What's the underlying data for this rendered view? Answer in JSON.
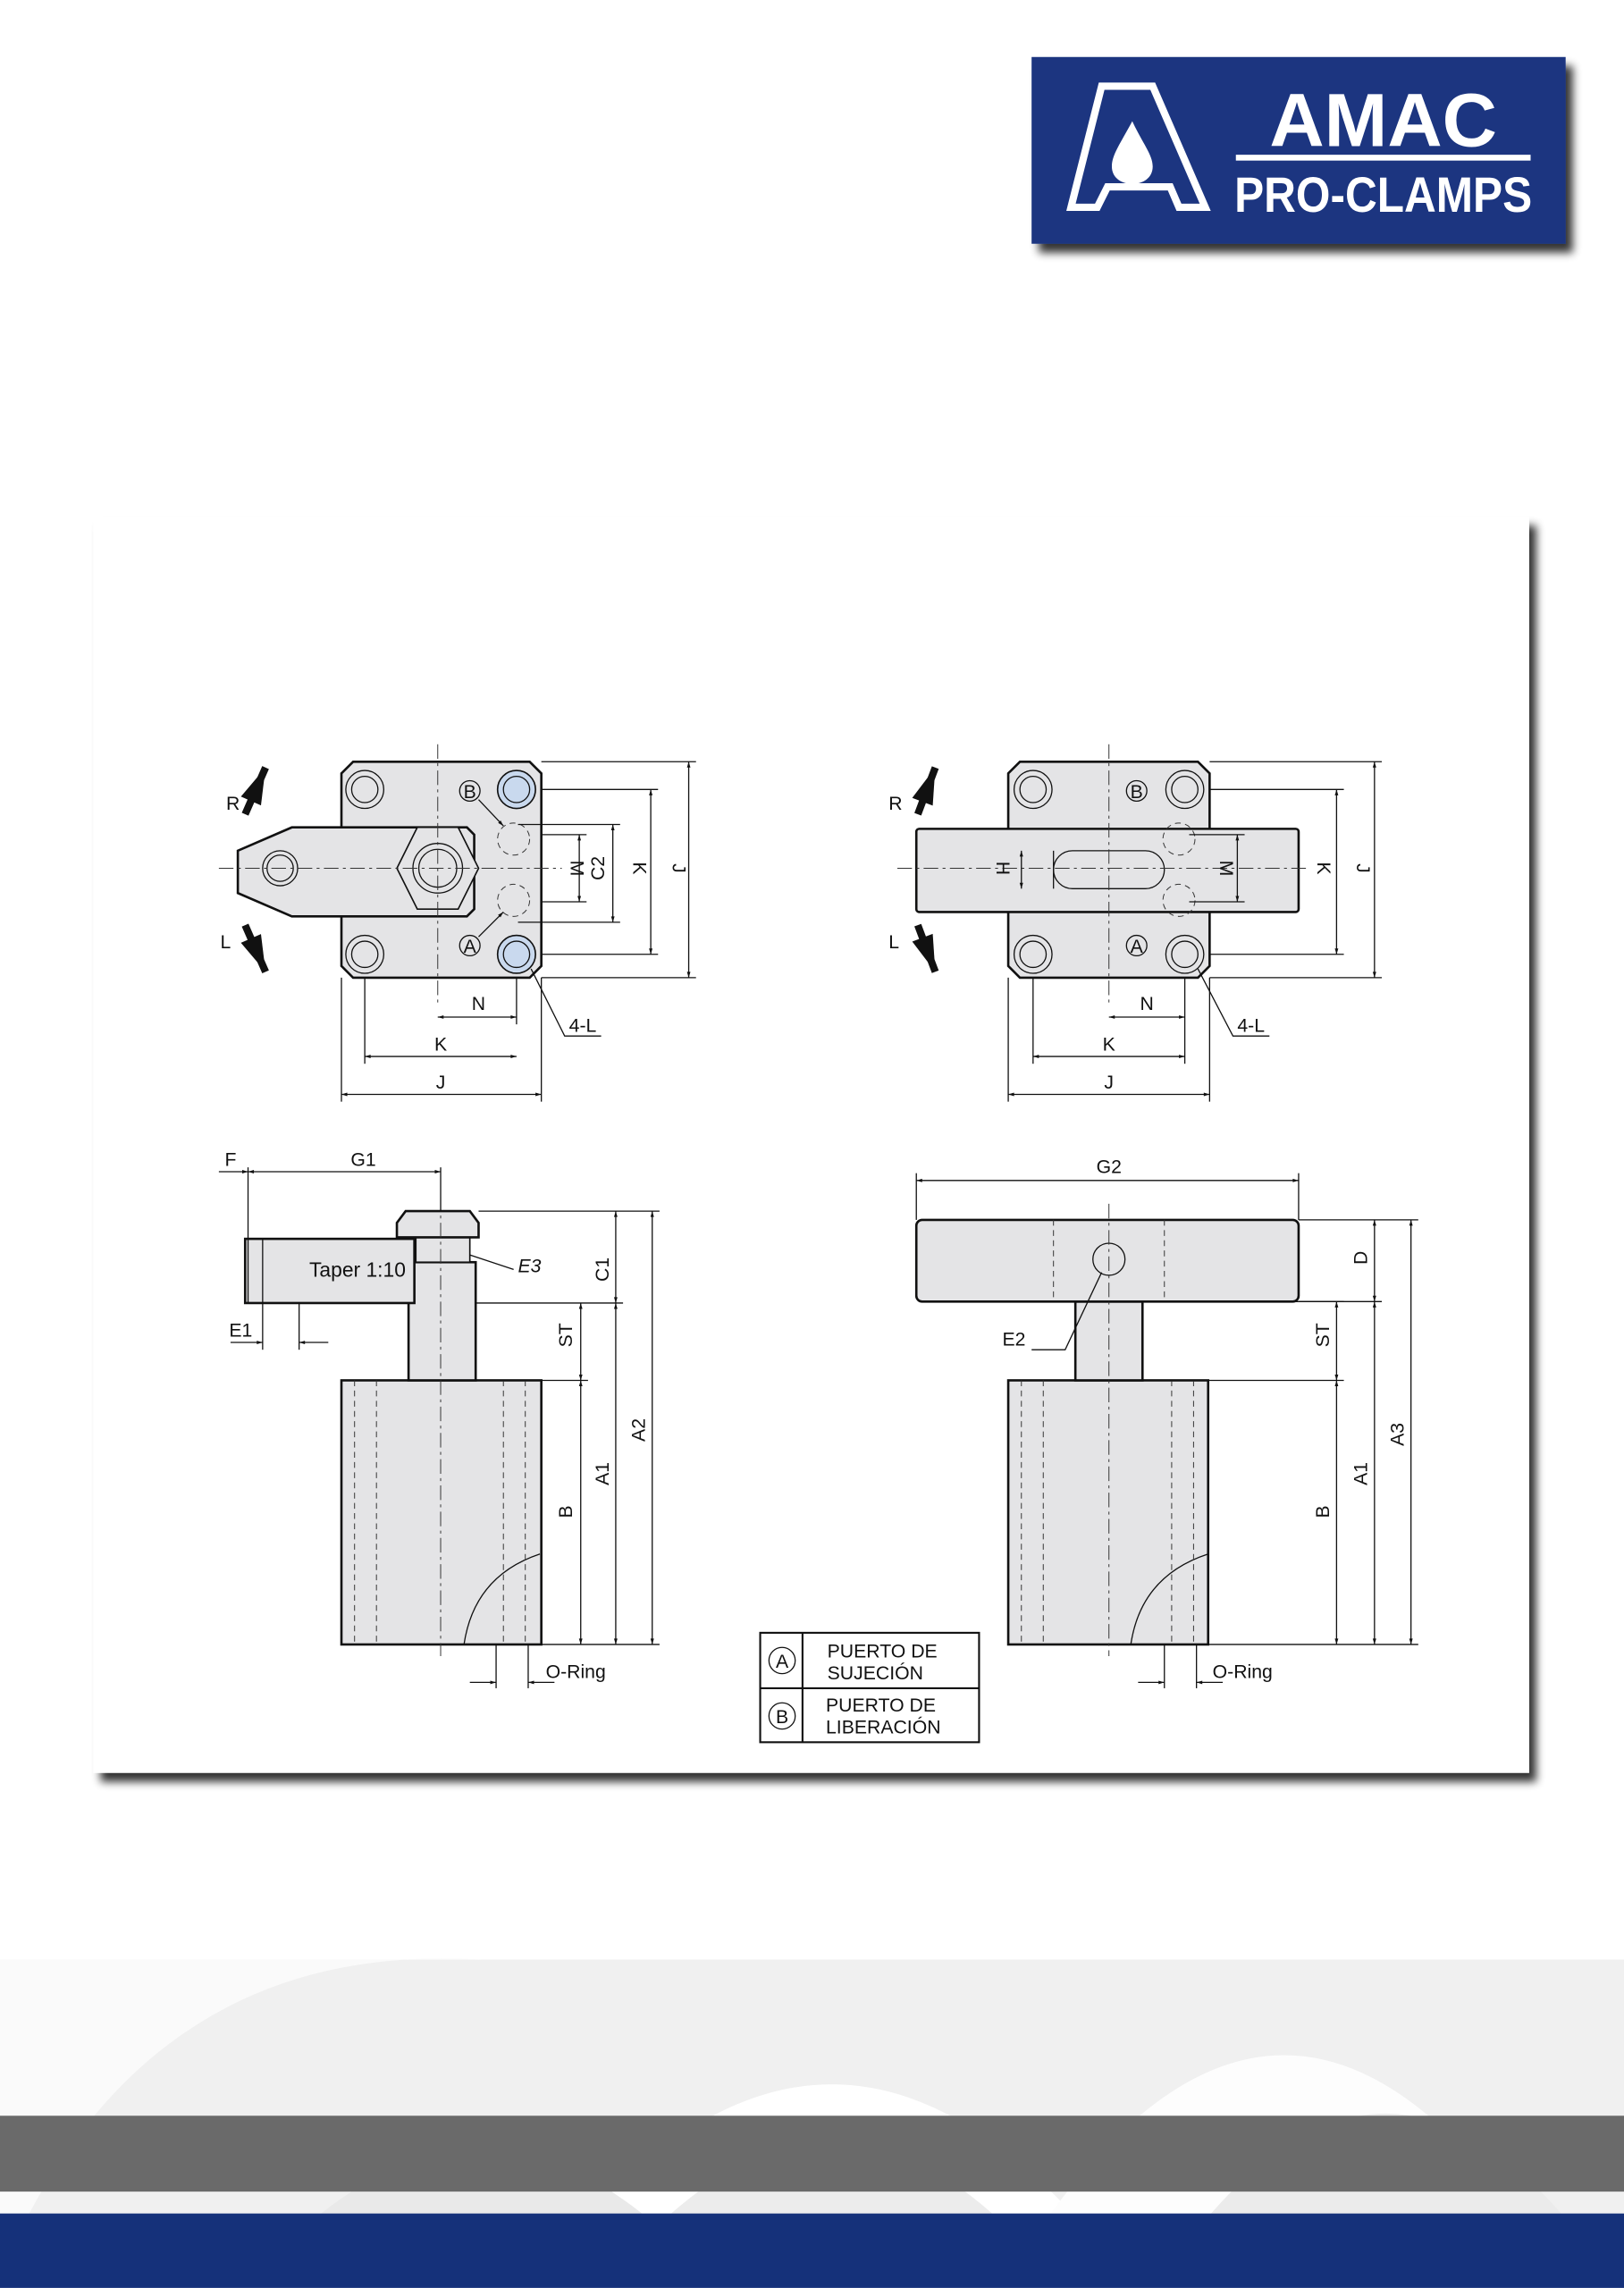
{
  "brand": {
    "name": "AMAC",
    "subtitle": "PRO-CLAMPS",
    "color": "#1a3480"
  },
  "top_left_view": {
    "rotation_right": "R",
    "rotation_left": "L",
    "port_b": "B",
    "port_a": "A",
    "dims": {
      "m": "M",
      "c2": "C2",
      "k_v": "K",
      "j_v": "J",
      "n": "N",
      "k_h": "K",
      "j_h": "J",
      "holes": "4-L"
    }
  },
  "top_right_view": {
    "rotation_right": "R",
    "rotation_left": "L",
    "port_b": "B",
    "port_a": "A",
    "dims": {
      "h": "H",
      "m": "M",
      "k_v": "K",
      "j_v": "J",
      "n": "N",
      "k_h": "K",
      "j_h": "J",
      "holes": "4-L"
    }
  },
  "side_left_view": {
    "dims": {
      "f": "F",
      "g1": "G1",
      "e1": "E1",
      "e3": "E3",
      "taper": "Taper 1:10",
      "c1": "C1",
      "st": "ST",
      "a1": "A1",
      "a2": "A2",
      "b": "B",
      "oring": "O-Ring"
    }
  },
  "side_right_view": {
    "dims": {
      "g2": "G2",
      "e2": "E2",
      "d": "D",
      "st": "ST",
      "a1": "A1",
      "a3": "A3",
      "b": "B",
      "oring": "O-Ring"
    }
  },
  "legend": {
    "rows": [
      {
        "symbol": "A",
        "line1": "PUERTO DE",
        "line2": "SUJECIÓN"
      },
      {
        "symbol": "B",
        "line1": "PUERTO DE",
        "line2": "LIBERACIÓN"
      }
    ]
  },
  "colors": {
    "footer_gray": "#6a6a6a",
    "footer_blue": "#15317a",
    "port_highlight": "#c9d9ee"
  }
}
